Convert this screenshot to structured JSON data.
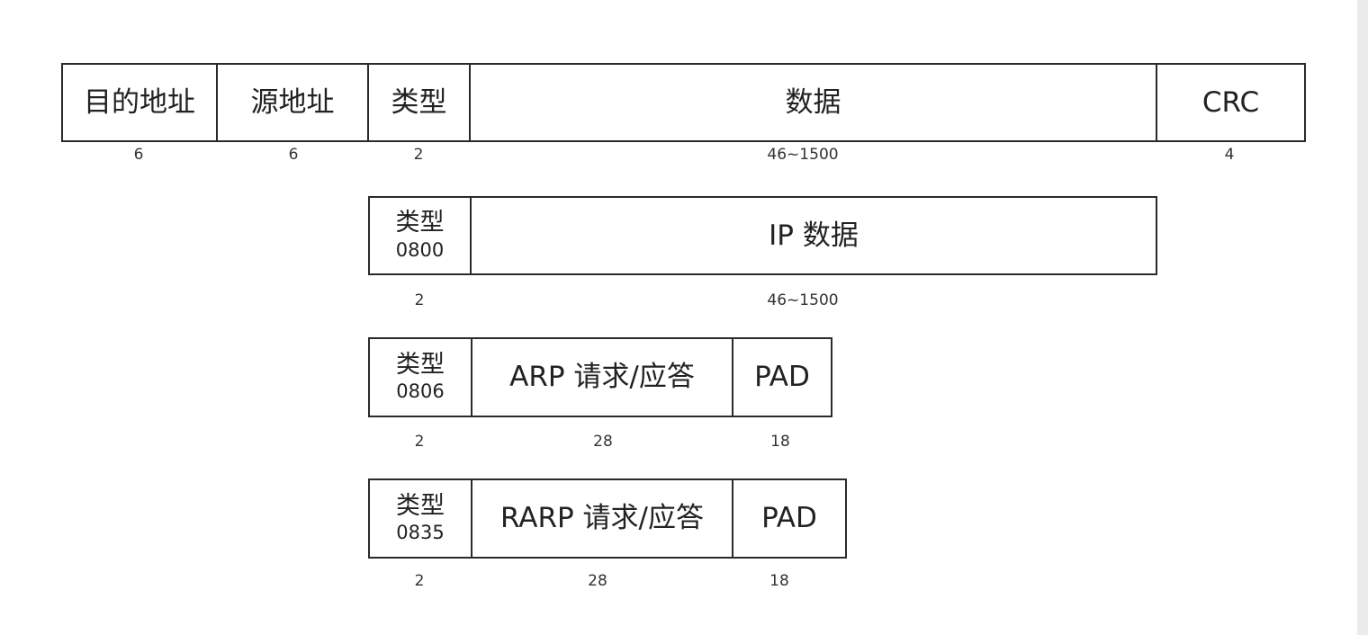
{
  "ethernet_frame": {
    "fields": [
      {
        "label": "目的地址",
        "size": "6"
      },
      {
        "label": "源地址",
        "size": "6"
      },
      {
        "label": "类型",
        "size": "2"
      },
      {
        "label": "数据",
        "size": "46~1500"
      },
      {
        "label": "CRC",
        "size": "4"
      }
    ]
  },
  "ip_frame": {
    "type_label": "类型",
    "type_code": "0800",
    "type_size": "2",
    "data_label": "IP 数据",
    "data_size": "46~1500"
  },
  "arp_frame": {
    "type_label": "类型",
    "type_code": "0806",
    "type_size": "2",
    "data_label": "ARP 请求/应答",
    "data_size": "28",
    "pad_label": "PAD",
    "pad_size": "18"
  },
  "rarp_frame": {
    "type_label": "类型",
    "type_code": "0835",
    "type_size": "2",
    "data_label": "RARP 请求/应答",
    "data_size": "28",
    "pad_label": "PAD",
    "pad_size": "18"
  }
}
